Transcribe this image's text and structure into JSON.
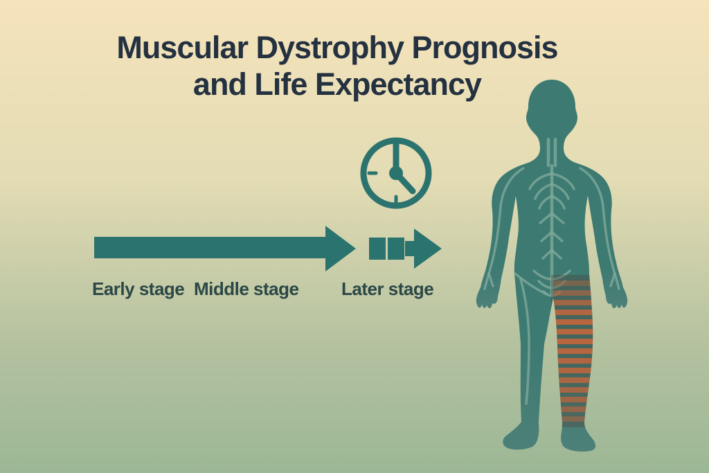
{
  "title": {
    "line1": "Muscular Dystrophy Prognosis",
    "line2": "and Life Expectancy"
  },
  "timeline": {
    "clock_icon": "clock-icon",
    "arrow_icon": "progression-arrow-icon",
    "fast_forward_icon": "fast-forward-arrow-icon",
    "stages": [
      {
        "label": "Early stage"
      },
      {
        "label": "Middle stage"
      },
      {
        "label": "Later stage"
      }
    ]
  },
  "figure": {
    "name": "human-body-silhouette",
    "overlays": [
      "nervous-system-lines",
      "striped-weakened-leg"
    ]
  },
  "colors": {
    "bg_top": "#f5e3bb",
    "bg_mid": "#e3dcb4",
    "bg_low": "#b5c2a0",
    "bg_bottom": "#9cb795",
    "teal": "#2b736e",
    "body_teal": "#3c7a72",
    "body_teal_light": "#4c8078",
    "nerve": "#7ea99a",
    "stripe_orange": "#c4663c",
    "stripe_shadow": "#503c31",
    "title_text": "#243140",
    "label_text": "#2b4746"
  }
}
